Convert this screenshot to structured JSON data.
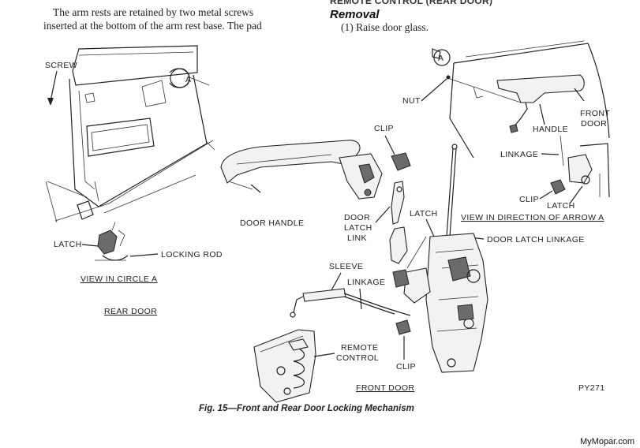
{
  "text": {
    "heading_clipped": "REMOTE CONTROL (REAR DOOR)",
    "left_line_1": "The arm rests are retained by two metal screws",
    "left_line_2": "inserted at the bottom of the arm rest base. The pad",
    "section_heading": "Removal",
    "step_1": "(1) Raise door glass."
  },
  "labels": {
    "screw": "SCREW",
    "a_marker": "A",
    "latch_left": "LATCH",
    "locking_rod": "LOCKING ROD",
    "view_circle_a": "VIEW IN CIRCLE A",
    "rear_door": "REAR DOOR",
    "nut": "NUT",
    "handle": "HANDLE",
    "front_door_line1": "FRONT",
    "front_door_line2": "DOOR",
    "linkage_right": "LINKAGE",
    "clip_right": "CLIP",
    "latch_right": "LATCH",
    "view_arrow_a": "VIEW IN DIRECTION OF ARROW A",
    "clip_top": "CLIP",
    "door_handle": "DOOR HANDLE",
    "door_latch_link_1": "DOOR",
    "door_latch_link_2": "LATCH",
    "door_latch_link_3": "LINK",
    "latch_center": "LATCH",
    "door_latch_linkage": "DOOR LATCH LINKAGE",
    "sleeve": "SLEEVE",
    "linkage_center": "LINKAGE",
    "remote_control_1": "REMOTE",
    "remote_control_2": "CONTROL",
    "clip_bottom": "CLIP",
    "front_door_bottom": "FRONT DOOR",
    "figure_code": "PY271"
  },
  "caption": "Fig. 15—Front and Rear Door Locking Mechanism",
  "credit": "MyMopar.com"
}
